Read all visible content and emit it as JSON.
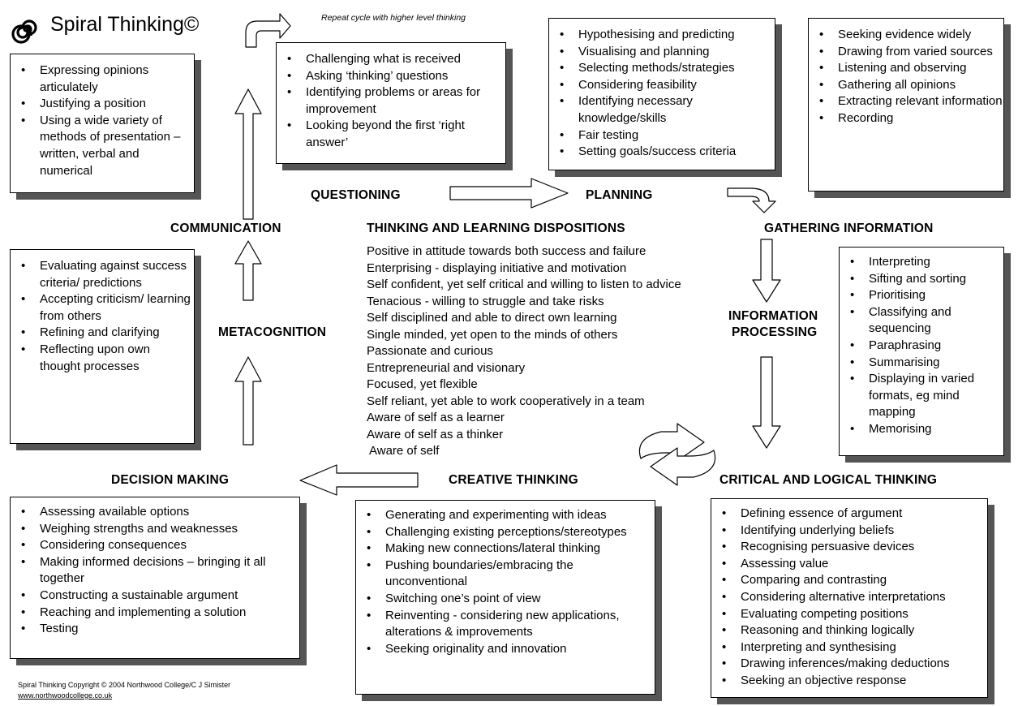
{
  "title": "Spiral Thinking©",
  "repeat_note": "Repeat cycle with higher level thinking",
  "stages": {
    "questioning": "QUESTIONING",
    "planning": "PLANNING",
    "gathering": "GATHERING INFORMATION",
    "processing_line1": "INFORMATION",
    "processing_line2": "PROCESSING",
    "critical": "CRITICAL AND LOGICAL THINKING",
    "creative": "CREATIVE THINKING",
    "decision": "DECISION MAKING",
    "metacognition": "METACOGNITION",
    "communication": "COMMUNICATION"
  },
  "dispositions": {
    "heading": "THINKING AND LEARNING DISPOSITIONS",
    "items": [
      "Positive in attitude towards both success and failure",
      "Enterprising - displaying initiative and motivation",
      "Self confident, yet self critical and willing to listen to advice",
      "Tenacious - willing to struggle and take risks",
      "Self disciplined and able to direct own learning",
      "Single minded, yet open to the minds of others",
      "Passionate and curious",
      "Entrepreneurial and visionary",
      "Focused, yet flexible",
      "Self reliant, yet able to work cooperatively in a team",
      "Aware of self as a learner",
      "Aware of self as a thinker",
      "Aware of self"
    ]
  },
  "boxes": {
    "communication": [
      "Expressing opinions articulately",
      "Justifying a position",
      "Using a wide variety of methods of presentation – written, verbal and numerical"
    ],
    "questioning": [
      "Challenging what is received",
      "Asking ‘thinking’ questions",
      "Identifying problems or areas for improvement",
      "Looking beyond the first ‘right answer’"
    ],
    "planning": [
      "Hypothesising and predicting",
      "Visualising and planning",
      "Selecting methods/strategies",
      "Considering feasibility",
      "Identifying necessary knowledge/skills",
      "Fair testing",
      "Setting goals/success criteria"
    ],
    "gathering": [
      "Seeking evidence widely",
      "Drawing from varied sources",
      "Listening and observing",
      "Gathering all opinions",
      "Extracting relevant information",
      "Recording"
    ],
    "metacognition": [
      "Evaluating against success criteria/ predictions",
      "Accepting criticism/ learning from others",
      "Refining and clarifying",
      "Reflecting upon own thought processes"
    ],
    "processing": [
      "Interpreting",
      "Sifting and sorting",
      "Prioritising",
      "Classifying and sequencing",
      "Paraphrasing",
      "Summarising",
      "Displaying in varied formats, eg mind mapping",
      "Memorising"
    ],
    "decision": [
      "Assessing available options",
      "Weighing strengths and weaknesses",
      "Considering consequences",
      "Making informed decisions – bringing it all together",
      "Constructing a sustainable argument",
      "Reaching and implementing a solution",
      "Testing"
    ],
    "creative": [
      "Generating and experimenting with ideas",
      "Challenging existing perceptions/stereotypes",
      "Making new connections/lateral thinking",
      "Pushing boundaries/embracing the unconventional",
      "Switching one’s point of view",
      "Reinventing - considering new applications, alterations & improvements",
      "Seeking originality and innovation"
    ],
    "critical": [
      "Defining essence of argument",
      "Identifying underlying beliefs",
      "Recognising persuasive devices",
      "Assessing value",
      "Comparing and contrasting",
      "Considering alternative interpretations",
      "Evaluating competing positions",
      "Reasoning and thinking logically",
      "Interpreting and synthesising",
      "Drawing inferences/making deductions",
      "Seeking an objective response"
    ]
  },
  "footer": {
    "copyright": "Spiral Thinking Copyright © 2004 Northwood College/C J Simister",
    "url": "www.northwoodcollege.co.uk"
  }
}
